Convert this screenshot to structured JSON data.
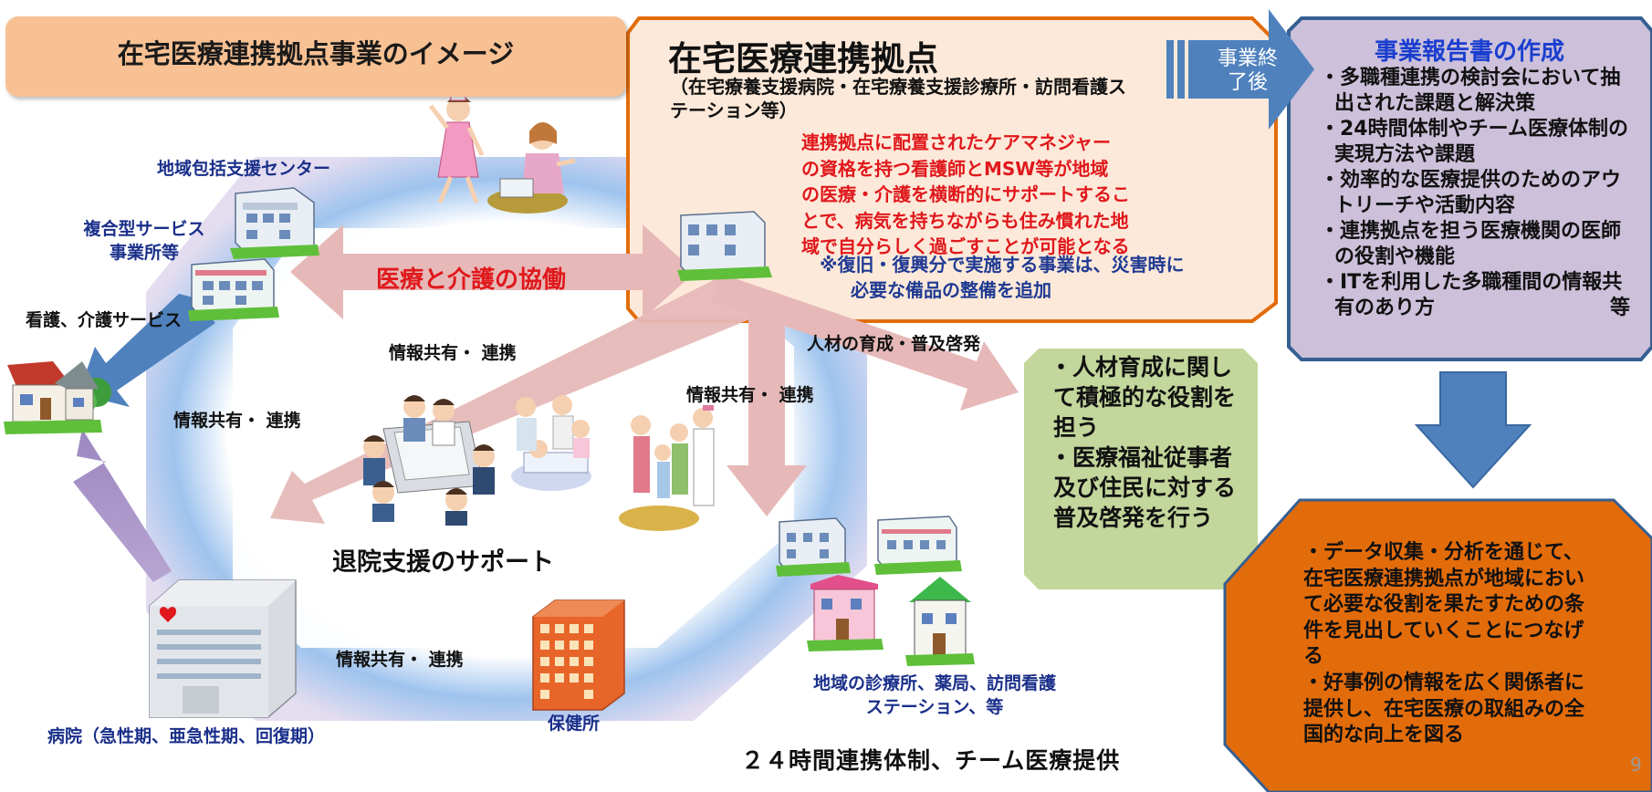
{
  "title": "在宅医療連携拠点事業のイメージ",
  "hub": {
    "title": "在宅医療連携拠点",
    "subtitle_lines": [
      "（在宅療養支援病院・在宅療養支援診療所・訪問看護ス",
      "テーション等）"
    ],
    "red_lines": [
      "連携拠点に配置されたケアマネジャー",
      "の資格を持つ看護師とMSW等が地域",
      "の医療・介護を横断的にサポートするこ",
      "とで、病気を持ちながらも住み慣れた地",
      "域で自分らしく過ごすことが可能となる"
    ],
    "note_lines": [
      "※復旧・復興分で実施する事業は、災害時に",
      "必要な備品の整備を追加"
    ]
  },
  "after_project": [
    "事業終",
    "了後"
  ],
  "report": {
    "title": "事業報告書の作成",
    "items": [
      "・多職種連携の検討会において抽出された課題と解決策",
      "・24時間体制やチーム医療体制の実現方法や課題",
      "・効率的な医療提供のためのアウトリーチや活動内容",
      "・連携拠点を担う医療機関の医師の役割や機能",
      "・ITを利用した多職種間の情報共有のあり方"
    ],
    "tail": "等"
  },
  "training": {
    "label": "人材の育成・普及啓発",
    "items": [
      "・人材育成に関して積極的な役割を担う",
      "・医療福祉従事者及び住民に対する普及啓発を行う"
    ]
  },
  "outcome": {
    "items": [
      "・データ収集・分析を通じて、在宅医療連携拠点が地域において必要な役割を果たすための条件を見出していくことにつなげる",
      "・好事例の情報を広く関係者に提供し、在宅医療の取組みの全国的な向上を図る"
    ]
  },
  "labels": {
    "community_center": "地域包括支援センター",
    "complex_service": [
      "複合型サービス",
      "事業所等"
    ],
    "nursing_service": "看護、介護サービス",
    "info_share_upper": "情報共有・ 連携",
    "info_share_left": "情報共有・ 連携",
    "info_share_right": "情報共有・ 連携",
    "info_share_bottom": "情報共有・ 連携",
    "collaboration": "医療と介護の協働",
    "discharge_support": "退院支援のサポート",
    "discharge": "退院",
    "hospital": "病院（急性期、亜急性期、回復期）",
    "health_center": "保健所",
    "local_clinics": [
      "地域の診療所、薬局、訪問看護",
      "ステーション、等"
    ],
    "bottom_caption": "２４時間連携体制、チーム医療提供"
  },
  "page_number": "9",
  "colors": {
    "title_box": "#f8c193",
    "hub_fill": "#fde9d9",
    "hub_border": "#e36c0a",
    "report_fill": "#ccc0da",
    "report_border": "#365f91",
    "green_box": "#c3d69b",
    "orange_box": "#e36c0a",
    "blue_arrow": "#4f81bd",
    "pink_arrow": "#e6b9b8",
    "red_text": "#e0181c"
  }
}
